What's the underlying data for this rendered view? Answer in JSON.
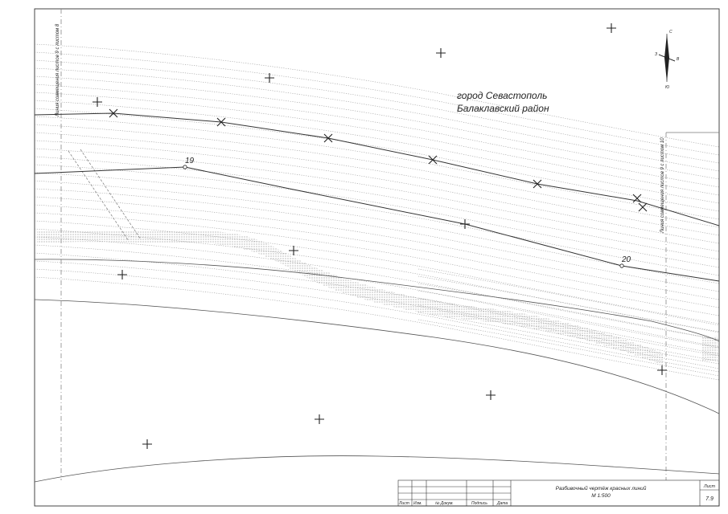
{
  "map": {
    "label_city": "город Севастополь",
    "label_district": "Балаклавский район",
    "side_label_left": "Линия совмещения листов 9 с листом 8",
    "side_label_right": "Линия совмещения листов 9 с листом 10",
    "point_19": "19",
    "point_20": "20",
    "north": {
      "top": "С",
      "bottom": "Ю",
      "left": "З",
      "right": "В"
    }
  },
  "title_block": {
    "sheet_title": "Разбивочный чертёж красных линий",
    "scale": "М 1:500",
    "sheet_label": "Лист",
    "sheet_number": "7.9",
    "columns": [
      "Лист",
      "Изм.",
      "№ Докум.",
      "Подпись",
      "Дата"
    ]
  }
}
